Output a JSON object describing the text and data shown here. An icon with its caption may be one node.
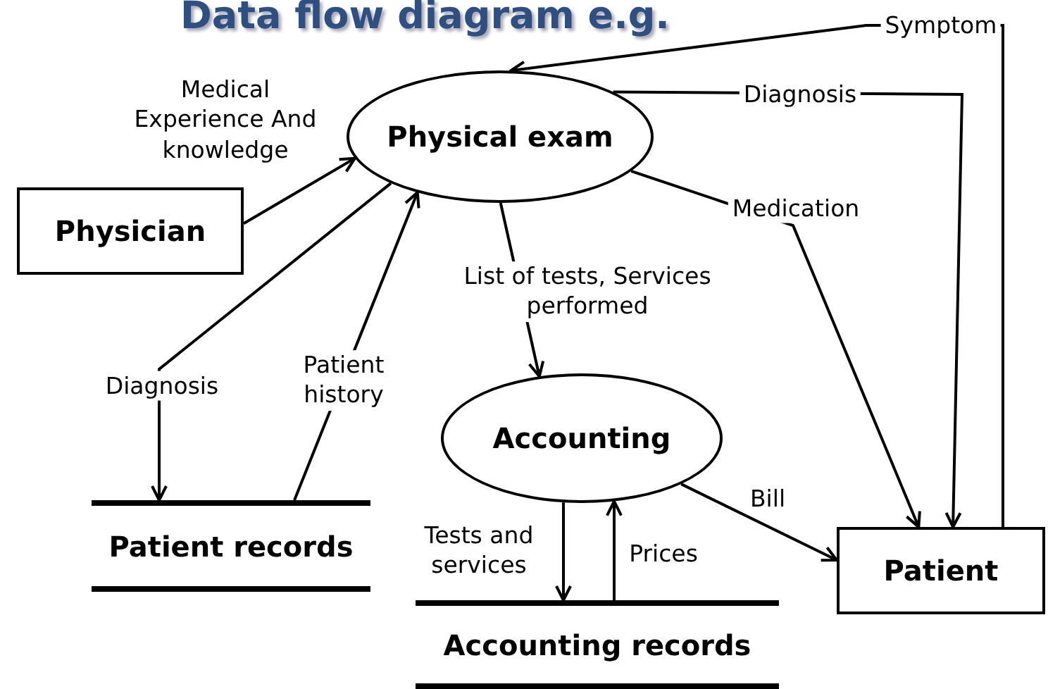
{
  "diagram": {
    "title": "Data flow diagram e.g.",
    "nodes": [
      {
        "text": [
          "Physical exam"
        ]
      },
      {
        "text": [
          "Physician"
        ]
      },
      {
        "text": [
          "Accounting"
        ]
      },
      {
        "text": [
          "Patient records"
        ]
      },
      {
        "text": [
          "Accounting records"
        ]
      },
      {
        "text": [
          "Patient"
        ]
      }
    ],
    "edges": [
      {
        "from": 1,
        "to": 0,
        "arrow": "to",
        "label": "Medical Experience And knowledge"
      },
      {
        "from": 0,
        "to": 3,
        "arrow": "to",
        "label": "Diagnosis"
      },
      {
        "from": 3,
        "to": 0,
        "arrow": "to",
        "label": "Patient history"
      },
      {
        "from": 0,
        "to": 2,
        "arrow": "to",
        "label": "List of tests, Services performed"
      },
      {
        "from": 2,
        "to": 4,
        "arrow": "to",
        "label": "Tests and services"
      },
      {
        "from": 4,
        "to": 2,
        "arrow": "to",
        "label": "Prices"
      },
      {
        "from": 2,
        "to": 5,
        "arrow": "to",
        "label": "Bill"
      },
      {
        "from": 0,
        "to": 5,
        "arrow": "to",
        "label": "Medication"
      },
      {
        "from": 0,
        "to": 5,
        "arrow": "to",
        "label": "Diagnosis"
      },
      {
        "from": 5,
        "to": 0,
        "arrow": "to",
        "label": "Symptom"
      }
    ]
  }
}
